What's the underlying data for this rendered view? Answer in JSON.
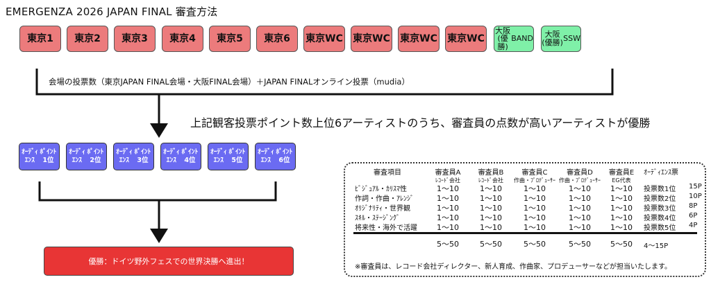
{
  "title": "EMERGENZA 2026 JAPAN FINAL 審査方法",
  "venues": [
    {
      "label": "東京1",
      "kind": "tokyo"
    },
    {
      "label": "東京2",
      "kind": "tokyo"
    },
    {
      "label": "東京3",
      "kind": "tokyo"
    },
    {
      "label": "東京4",
      "kind": "tokyo"
    },
    {
      "label": "東京5",
      "kind": "tokyo"
    },
    {
      "label": "東京6",
      "kind": "tokyo"
    },
    {
      "label": "東京WC",
      "kind": "tokyo"
    },
    {
      "label": "東京WC",
      "kind": "tokyo"
    },
    {
      "label": "東京WC",
      "kind": "tokyo"
    },
    {
      "label": "東京WC",
      "kind": "tokyo"
    },
    {
      "label": "大阪(優勝) BAND",
      "kind": "osaka"
    },
    {
      "label": "大阪(優勝) SSW",
      "kind": "osaka"
    }
  ],
  "vote_text": "会場の投票数（東京JAPAN FINAL会場・大阪FINAL会場）＋JAPAN FINALオンライン投票（mudia）",
  "rule_text": "上記観客投票ポイント数上位6アーティストのうち、審査員の点数が高いアーティストが優勝",
  "points": [
    "ｵｰﾃﾞｨｴﾝｽ ﾎﾟｲﾝﾄ1位",
    "ｵｰﾃﾞｨｴﾝｽ ﾎﾟｲﾝﾄ2位",
    "ｵｰﾃﾞｨｴﾝｽ ﾎﾟｲﾝﾄ3位",
    "ｵｰﾃﾞｨｴﾝｽ ﾎﾟｲﾝﾄ4位",
    "ｵｰﾃﾞｨｴﾝｽ ﾎﾟｲﾝﾄ5位",
    "ｵｰﾃﾞｨｴﾝｽ ﾎﾟｲﾝﾄ6位"
  ],
  "winner_text": "優勝：ドイツ野外フェスでの世界決勝へ進出！",
  "judging": {
    "item_header": "審査項目",
    "judges": [
      {
        "name": "審査員A",
        "role": "ﾚｺｰﾄﾞ会社"
      },
      {
        "name": "審査員B",
        "role": "ﾚｺｰﾄﾞ会社"
      },
      {
        "name": "審査員C",
        "role": "作曲・ﾌﾟﾛﾃﾞｭｰｻｰ"
      },
      {
        "name": "審査員D",
        "role": "作曲・ﾌﾟﾛﾃﾞｭｰｻｰ"
      },
      {
        "name": "審査員E",
        "role": "EG代表"
      }
    ],
    "audience_header": "ｵｰﾃﾞｨｴﾝｽ票",
    "rows": [
      {
        "item": "ﾋﾞｼﾞｭｱﾙ・ｶﾘｽﾏ性",
        "scores": [
          "1〜10",
          "1〜10",
          "1〜10",
          "1〜10",
          "1〜10"
        ],
        "rank": "投票数1位",
        "pts": "15P"
      },
      {
        "item": "作詞・作曲・ｱﾚﾝｼﾞ",
        "scores": [
          "1〜10",
          "1〜10",
          "1〜10",
          "1〜10",
          "1〜10"
        ],
        "rank": "投票数2位",
        "pts": "10P"
      },
      {
        "item": "ｵﾘｼﾞﾅﾘﾃｨ・世界観",
        "scores": [
          "1〜10",
          "1〜10",
          "1〜10",
          "1〜10",
          "1〜10"
        ],
        "rank": "投票数3位",
        "pts": "8P"
      },
      {
        "item": "ｽｷﾙ・ｽﾃｰｼﾞﾝｸﾞ",
        "scores": [
          "1〜10",
          "1〜10",
          "1〜10",
          "1〜10",
          "1〜10"
        ],
        "rank": "投票数4位",
        "pts": "6P"
      },
      {
        "item": "将来性・海外で活躍",
        "scores": [
          "1〜10",
          "1〜10",
          "1〜10",
          "1〜10",
          "1〜10"
        ],
        "rank": "投票数5位",
        "pts": "4P"
      }
    ],
    "totals": [
      "5〜50",
      "5〜50",
      "5〜50",
      "5〜50",
      "5〜50"
    ],
    "audience_total": "4〜15P",
    "note": "※審査員は、レコード会社ディレクター、新人育成、作曲家、プロデューサーなどが担当いたします。"
  }
}
